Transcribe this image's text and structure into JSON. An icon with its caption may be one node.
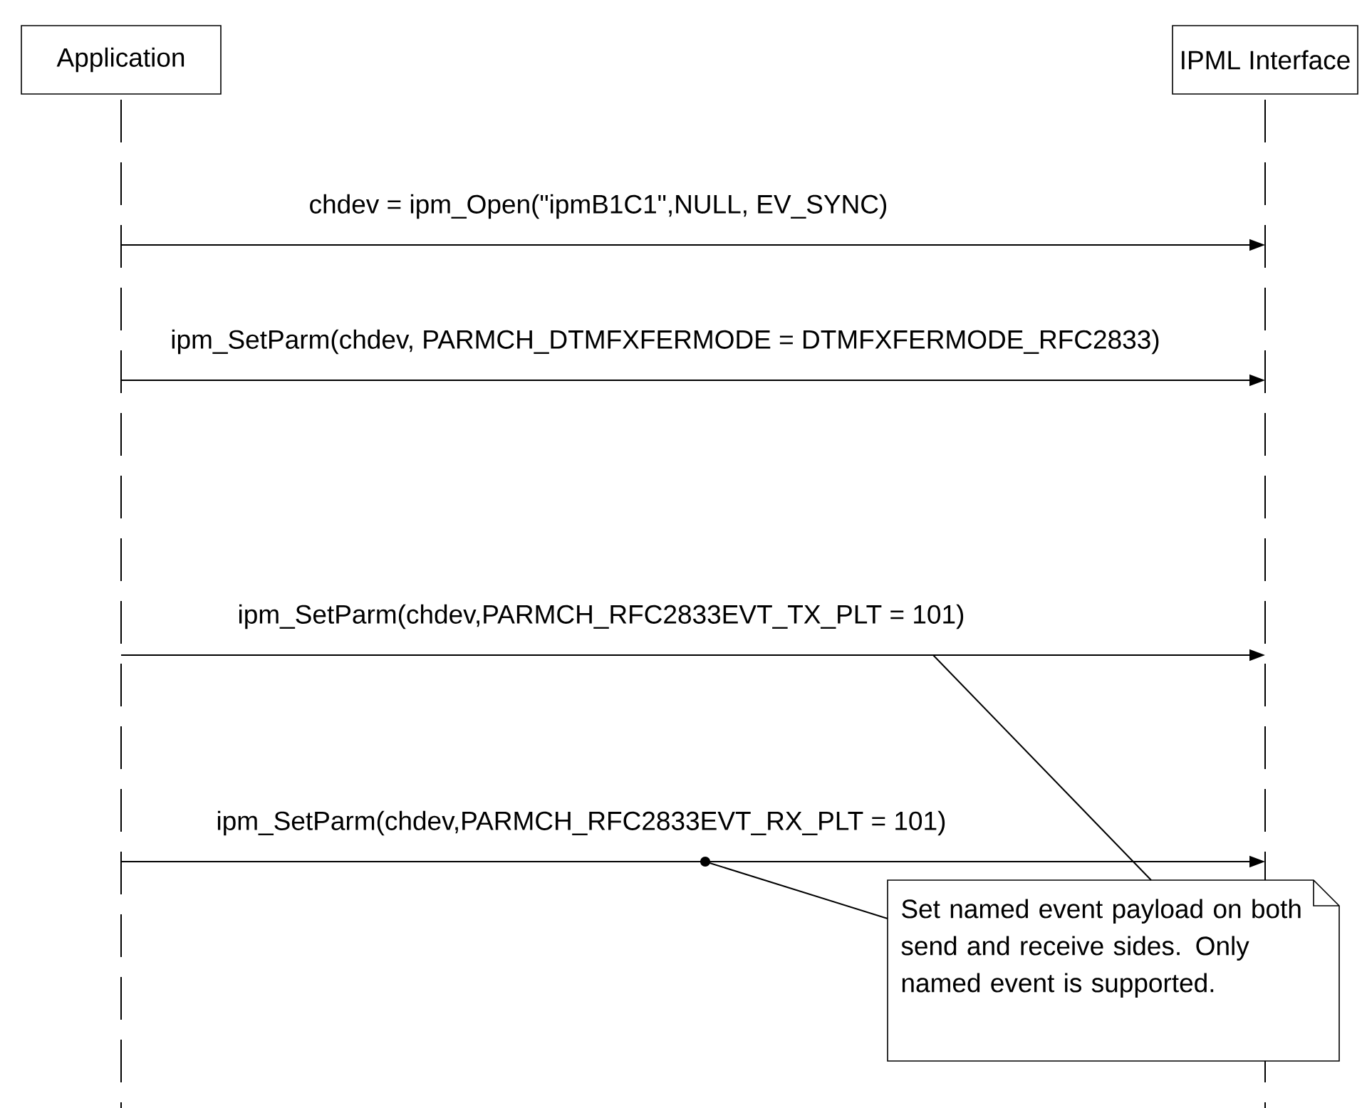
{
  "diagram": {
    "nodes": [
      {
        "text": [
          "Application"
        ]
      },
      {
        "text": [
          "IPML Interface"
        ]
      },
      {
        "text": [
          "Set named event payload on both send and receive sides. Only named event is supported."
        ]
      }
    ],
    "edges": [
      {
        "from": 0,
        "to": 1,
        "arrow": "to",
        "label": "chdev = ipm_Open(\"ipmB1C1\",NULL, EV_SYNC)"
      },
      {
        "from": 0,
        "to": 1,
        "arrow": "to",
        "label": "ipm_SetParm(chdev, PARMCH_DTMFXFERMODE = DTMFXFERMODE_RFC2833)"
      },
      {
        "from": 0,
        "to": 1,
        "arrow": "to",
        "label": "ipm_SetParm(chdev,PARMCH_RFC2833EVT_TX_PLT = 101)"
      },
      {
        "from": 0,
        "to": 1,
        "arrow": "to",
        "label": "ipm_SetParm(chdev,PARMCH_RFC2833EVT_RX_PLT = 101)"
      },
      {
        "from": 2,
        "to": null,
        "arrow": "none"
      },
      {
        "from": 2,
        "to": null,
        "arrow": "other"
      }
    ]
  }
}
